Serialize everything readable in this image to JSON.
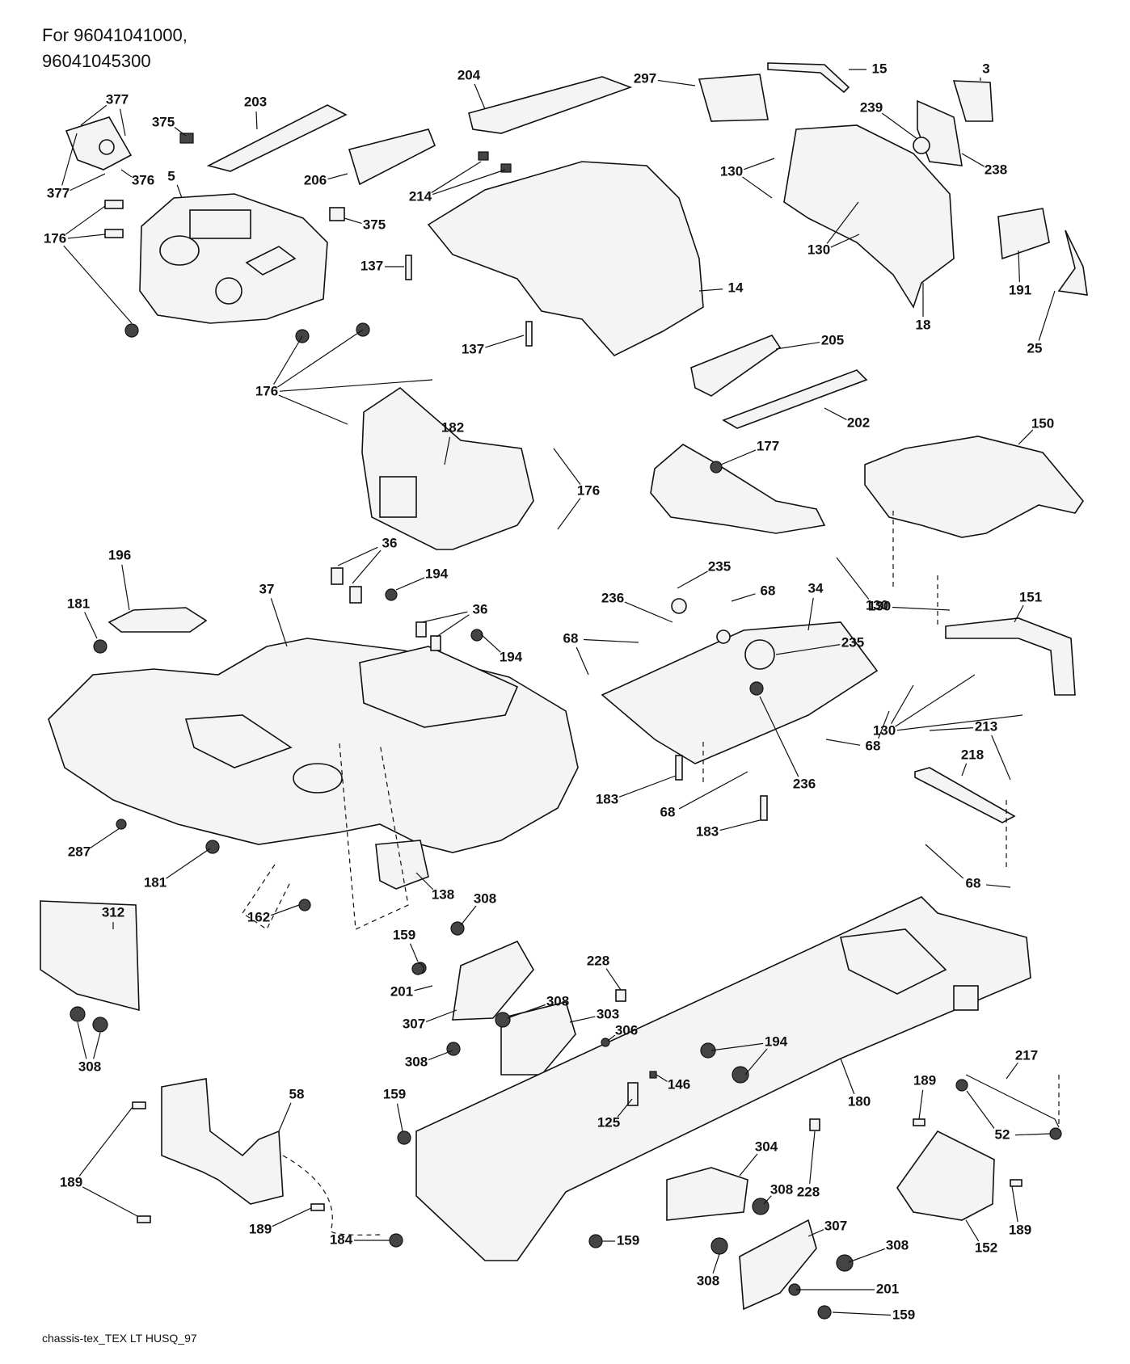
{
  "header": {
    "line1": "For 96041041000,",
    "line2": "96041045300"
  },
  "footer": {
    "caption": "chassis-tex_TEX LT HUSQ_97"
  },
  "callouts": [
    "3",
    "5",
    "14",
    "15",
    "18",
    "25",
    "34",
    "36",
    "37",
    "52",
    "58",
    "68",
    "125",
    "130",
    "137",
    "138",
    "146",
    "150",
    "151",
    "152",
    "159",
    "162",
    "176",
    "177",
    "180",
    "181",
    "182",
    "183",
    "184",
    "189",
    "191",
    "194",
    "196",
    "201",
    "202",
    "203",
    "204",
    "205",
    "206",
    "213",
    "214",
    "217",
    "218",
    "228",
    "235",
    "236",
    "238",
    "239",
    "287",
    "297",
    "303",
    "304",
    "306",
    "307",
    "308",
    "312",
    "375",
    "376",
    "377"
  ]
}
